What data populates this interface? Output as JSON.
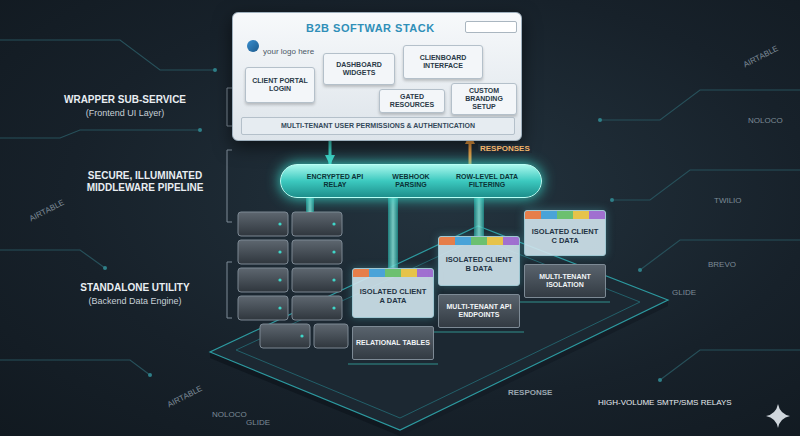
{
  "diagram": {
    "title": "B2B SOFTWAR STACK",
    "nodes": [
      {
        "text": [
          "your logo here"
        ]
      },
      {
        "text": [
          "CLIENT PORTAL LOGIN"
        ],
        "in": 0
      },
      {
        "text": [
          "DASHBOARD WIDGETS"
        ],
        "in": 0
      },
      {
        "text": [
          "CLIENBOARD INTERFACE"
        ],
        "in": 0
      },
      {
        "text": [
          "GATED RESOURCES"
        ],
        "in": 0
      },
      {
        "text": [
          "CUSTOM BRANDING SETUP"
        ],
        "in": 0
      },
      {
        "text": [
          "MULTI-TENANT USER PERMISSIONS & AUTHENTICATION"
        ],
        "in": 0
      },
      {
        "text": [
          "ENCRYPTED API RELAY",
          "WEBHOOK PARSING",
          "ROW-LEVEL DATA FILTERING"
        ]
      },
      {
        "text": [
          "ISOLATED CLIENT A DATA"
        ]
      },
      {
        "text": [
          "ISOLATED CLIENT B DATA"
        ]
      },
      {
        "text": [
          "ISOLATED CLIENT C DATA"
        ]
      },
      {
        "text": [
          "RELATIONAL TABLES"
        ]
      },
      {
        "text": [
          "MULTI-TENANT API ENDPOINTS"
        ]
      },
      {
        "text": [
          "MULTI-TENANT ISOLATION"
        ]
      }
    ],
    "edges": [
      {
        "from": 6,
        "to": 7,
        "arrow": "to"
      },
      {
        "from": 7,
        "to": 6,
        "label": "RESPONSES",
        "arrow": "to"
      }
    ],
    "labels": [
      "WRAPPER SUB-SERVICE",
      "(Frontend UI Layer)",
      "SECURE, ILLUMINATED MIDDLEWARE PIPELINE",
      "STANDALONE UTILITY",
      "(Backend Data Engine)",
      "AIRTABLE",
      "NOLOCO",
      "TWILIO",
      "BREVO",
      "GLIDE",
      "AIRTABLE",
      "AIRTABLE",
      "NOLOCO",
      "GLIDE",
      "RESPONSE",
      "HIGH-VOLUME SMTP/SMS RELAYS"
    ]
  }
}
